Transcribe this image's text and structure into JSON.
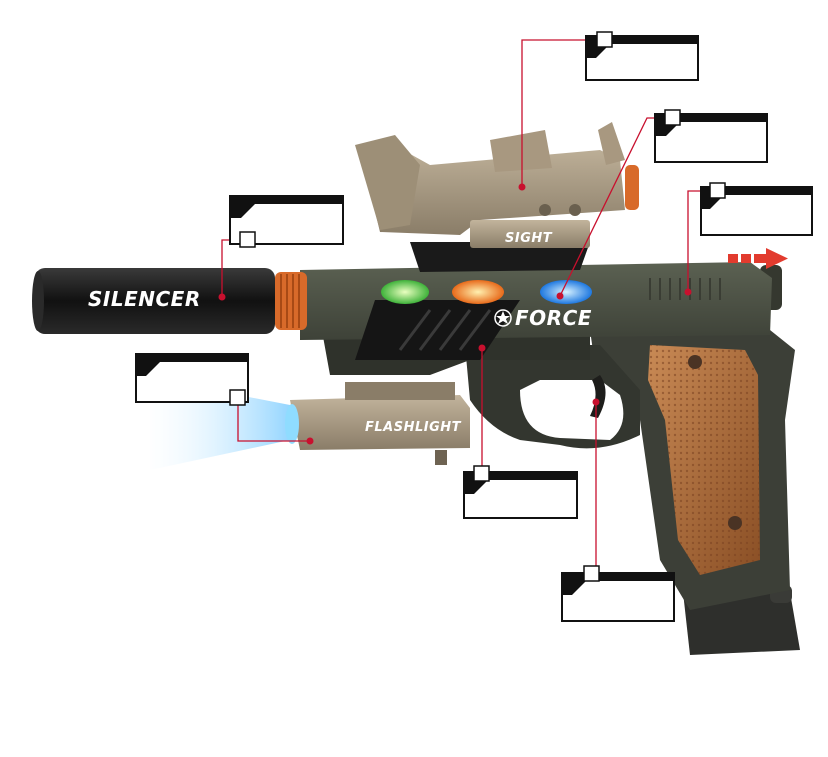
{
  "labels": {
    "sight": "SIGHT",
    "silencer": "SILENCER",
    "force": "FORCE",
    "flashlight": "FLASHLIGHT"
  },
  "callout_boxes_text": [
    "",
    "",
    "",
    "",
    "",
    "",
    ""
  ],
  "colors": {
    "callout_line": "#c8102e",
    "arrow": "#e23b2e",
    "body": "#4a4f43",
    "grip": "#a8673a",
    "accessory": "#a89880",
    "light_beam": "#bfe6ff"
  },
  "icons": [
    "red-arrow-icon",
    "star-icon"
  ]
}
